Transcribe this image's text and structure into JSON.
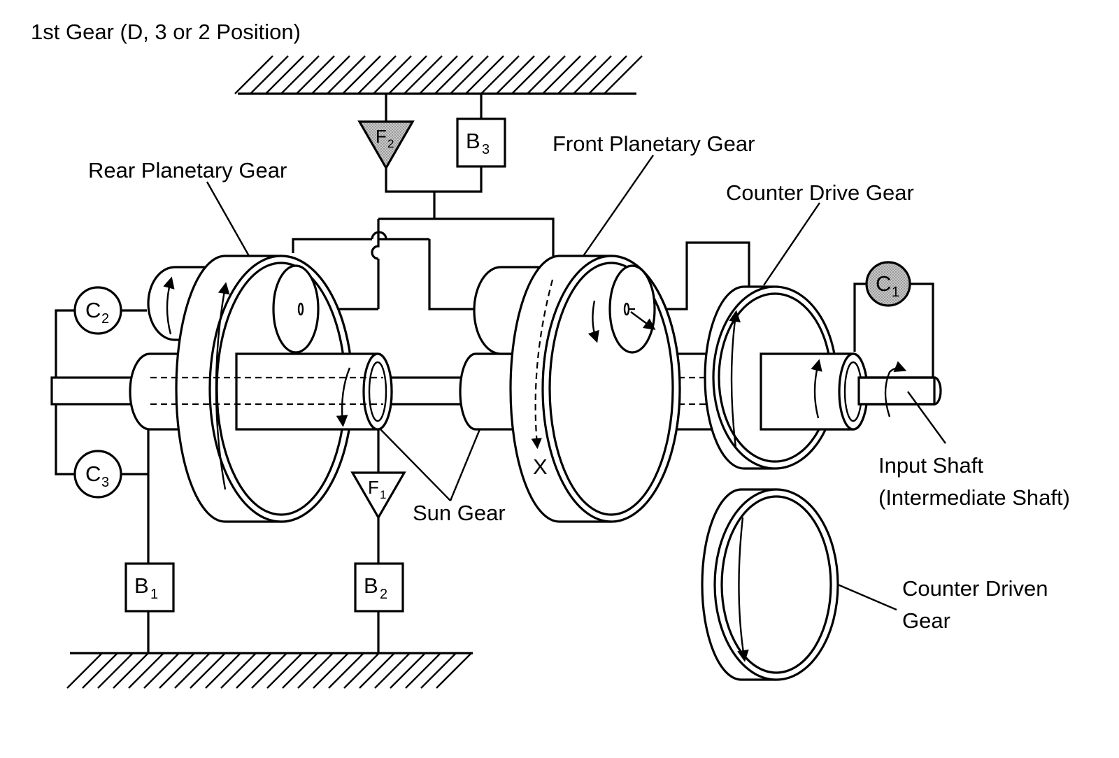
{
  "title": "1st Gear (D, 3 or 2 Position)",
  "labels": {
    "rear_planetary": "Rear Planetary Gear",
    "front_planetary": "Front Planetary Gear",
    "counter_drive": "Counter Drive Gear",
    "input_shaft_1": "Input Shaft",
    "input_shaft_2": "(Intermediate Shaft)",
    "sun_gear": "Sun Gear",
    "counter_driven_1": "Counter Driven",
    "counter_driven_2": "Gear",
    "x_mark": "X"
  },
  "components": {
    "c1": {
      "letter": "C",
      "sub": "1"
    },
    "c2": {
      "letter": "C",
      "sub": "2"
    },
    "c3": {
      "letter": "C",
      "sub": "3"
    },
    "b1": {
      "letter": "B",
      "sub": "1"
    },
    "b2": {
      "letter": "B",
      "sub": "2"
    },
    "b3": {
      "letter": "B",
      "sub": "3"
    },
    "f1": {
      "letter": "F",
      "sub": "1"
    },
    "f2": {
      "letter": "F",
      "sub": "2"
    }
  },
  "colors": {
    "line": "#000000",
    "background": "#ffffff",
    "engaged_fill": "#b3b3b3"
  }
}
